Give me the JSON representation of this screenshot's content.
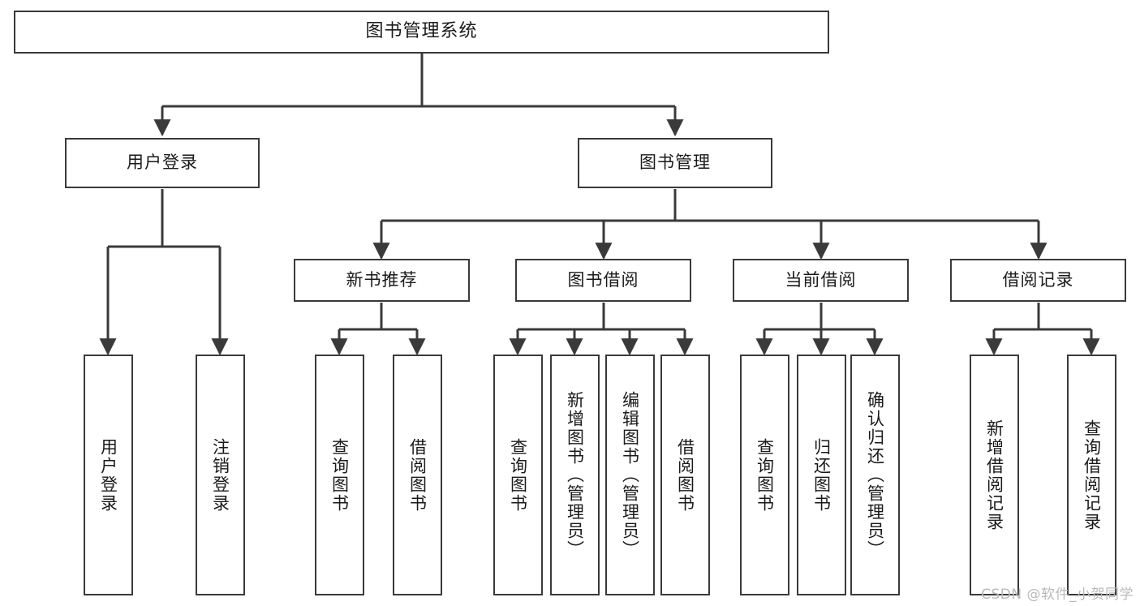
{
  "diagram": {
    "type": "tree",
    "title": "图书管理系统",
    "root": {
      "label": "图书管理系统"
    },
    "level1": [
      {
        "label": "用户登录"
      },
      {
        "label": "图书管理"
      }
    ],
    "level2": [
      {
        "label": "新书推荐"
      },
      {
        "label": "图书借阅"
      },
      {
        "label": "当前借阅"
      },
      {
        "label": "借阅记录"
      }
    ],
    "leaves": {
      "user_login": [
        {
          "label": "用户登录"
        },
        {
          "label": "注销登录"
        }
      ],
      "new_book_recommend": [
        {
          "label": "查询图书"
        },
        {
          "label": "借阅图书"
        }
      ],
      "book_borrow": [
        {
          "label": "查询图书"
        },
        {
          "label": "新增图书（管理员）"
        },
        {
          "label": "编辑图书（管理员）"
        },
        {
          "label": "借阅图书"
        }
      ],
      "current_borrow": [
        {
          "label": "查询图书"
        },
        {
          "label": "归还图书"
        },
        {
          "label": "确认归还（管理员）"
        }
      ],
      "borrow_record": [
        {
          "label": "新增借阅记录"
        },
        {
          "label": "查询借阅记录"
        }
      ]
    },
    "watermark": "CSDN @软件_小贺同学",
    "colors": {
      "stroke": "#3a3a3a",
      "fill": "#ffffff",
      "text": "#1a1a1a",
      "watermark": "#b9b9b9"
    }
  }
}
